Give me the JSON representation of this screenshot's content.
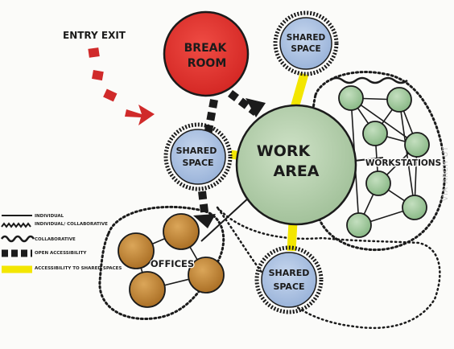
{
  "diagram": {
    "labels": {
      "entry_exit": "ENTRY EXIT",
      "break_room": [
        "BREAK",
        "ROOM"
      ],
      "work_area": [
        "WORK",
        "AREA"
      ],
      "workstations": "WORKSTATIONS",
      "offices": "OFFICES",
      "shared_space_top": [
        "SHARED",
        "SPACE"
      ],
      "shared_space_left": [
        "SHARED",
        "SPACE"
      ],
      "shared_space_bottom": [
        "SHARED",
        "SPACE"
      ]
    },
    "legend": [
      {
        "label": "INDIVIDUAL",
        "style": "individual"
      },
      {
        "label": "INDIVIDUAL/ COLLABORATIVE",
        "style": "indiv-collab"
      },
      {
        "label": "COLLABORATIVE",
        "style": "collab"
      },
      {
        "label": "OPEN ACCESSIBILITY",
        "style": "open"
      },
      {
        "label": "ACCESSIBILITY TO SHARED SPACES",
        "style": "shared"
      }
    ],
    "watermark": "VIA ARCH UT",
    "colors": {
      "break_room": "#e2322f",
      "work_area": "#b9d3b0",
      "workstation": "#9fc79a",
      "shared_space": "#a9c0e0",
      "office": "#c48a3a",
      "entry_arrow": "#d02a2a",
      "shared_access": "#f3e600",
      "ink": "#1b1b1b"
    }
  }
}
